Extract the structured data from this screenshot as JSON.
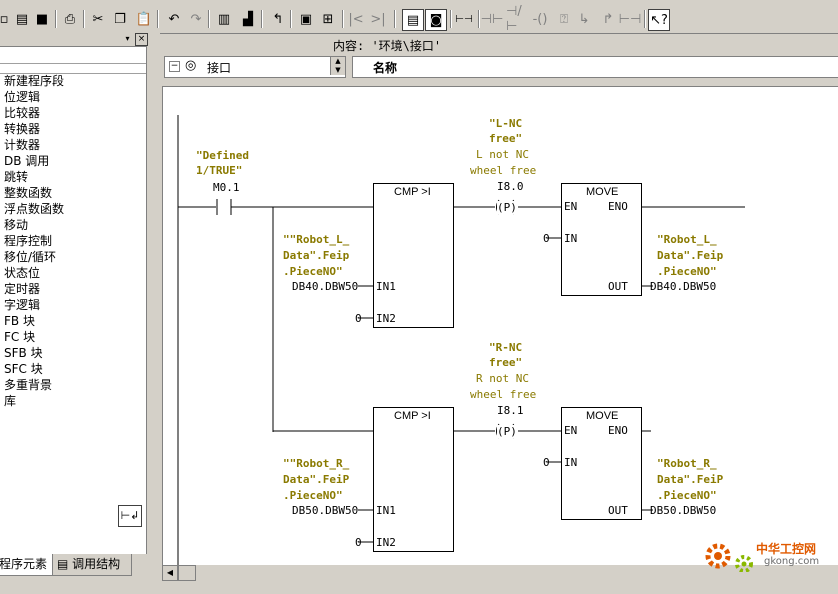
{
  "toolbar": {
    "icons": [
      "new-icon",
      "open-icon",
      "save-icon",
      "print-icon",
      "cut-icon",
      "copy-icon",
      "paste-icon",
      "undo-icon",
      "redo-icon"
    ]
  },
  "left_panel": {
    "close_glyph": "×",
    "items": [
      "新建程序段",
      "位逻辑",
      "比较器",
      "转换器",
      "计数器",
      "DB 调用",
      "跳转",
      "整数函数",
      "浮点数函数",
      "移动",
      "程序控制",
      "移位/循环",
      "状态位",
      "定时器",
      "字逻辑",
      "FB 块",
      "FC 块",
      "SFB 块",
      "SFC 块",
      "多重背景",
      "库"
    ],
    "tabs": [
      "程序元素",
      "调用结构"
    ]
  },
  "content_bar": {
    "label": "内容:  '环境\\接口'"
  },
  "tree": {
    "node": "接口",
    "expander": "−"
  },
  "column_header": {
    "name": "名称"
  },
  "ladder": {
    "contact": {
      "symbol_line1": "\"Defined",
      "symbol_line2": "1/TRUE\"",
      "address": "M0.1"
    },
    "rung1": {
      "coil_symbol": "\"L-NC",
      "coil_symbol2": "free\"",
      "coil_comment1": "L not NC",
      "coil_comment2": "wheel free",
      "coil_address": "I8.0",
      "coil": "(P)",
      "cmp": "CMP >I",
      "in1_sym1": "\"\"Robot_L_",
      "in1_sym2": "Data\".Feip",
      "in1_sym3": ".PieceNO\"",
      "in1_addr": "DB40.DBW50",
      "in2_val": "0",
      "move": "MOVE",
      "en": "EN",
      "eno": "ENO",
      "in": "IN",
      "out": "OUT",
      "in_val": "0",
      "out_sym1": "\"Robot_L_",
      "out_sym2": "Data\".Feip",
      "out_sym3": ".PieceNO\"",
      "out_addr": "DB40.DBW50",
      "in1": "IN1",
      "in2": "IN2"
    },
    "rung2": {
      "coil_symbol": "\"R-NC",
      "coil_symbol2": "free\"",
      "coil_comment1": "R not NC",
      "coil_comment2": "wheel free",
      "coil_address": "I8.1",
      "coil": "(P)",
      "cmp": "CMP >I",
      "in1_sym1": "\"\"Robot_R_",
      "in1_sym2": "Data\".FeiP",
      "in1_sym3": ".PieceNO\"",
      "in1_addr": "DB50.DBW50",
      "in2_val": "0",
      "move": "MOVE",
      "en": "EN",
      "eno": "ENO",
      "in": "IN",
      "out": "OUT",
      "in_val": "0",
      "out_sym1": "\"Robot_R_",
      "out_sym2": "Data\".FeiP",
      "out_sym3": ".PieceNO\"",
      "out_addr": "DB50.DBW50",
      "in1": "IN1",
      "in2": "IN2"
    }
  },
  "watermark": {
    "cn": "中华工控网",
    "url": "gkong.com"
  },
  "colors": {
    "symbol": "#8a7a00",
    "window_bg": "#d4d0c8",
    "watermark": "#e05a00"
  }
}
